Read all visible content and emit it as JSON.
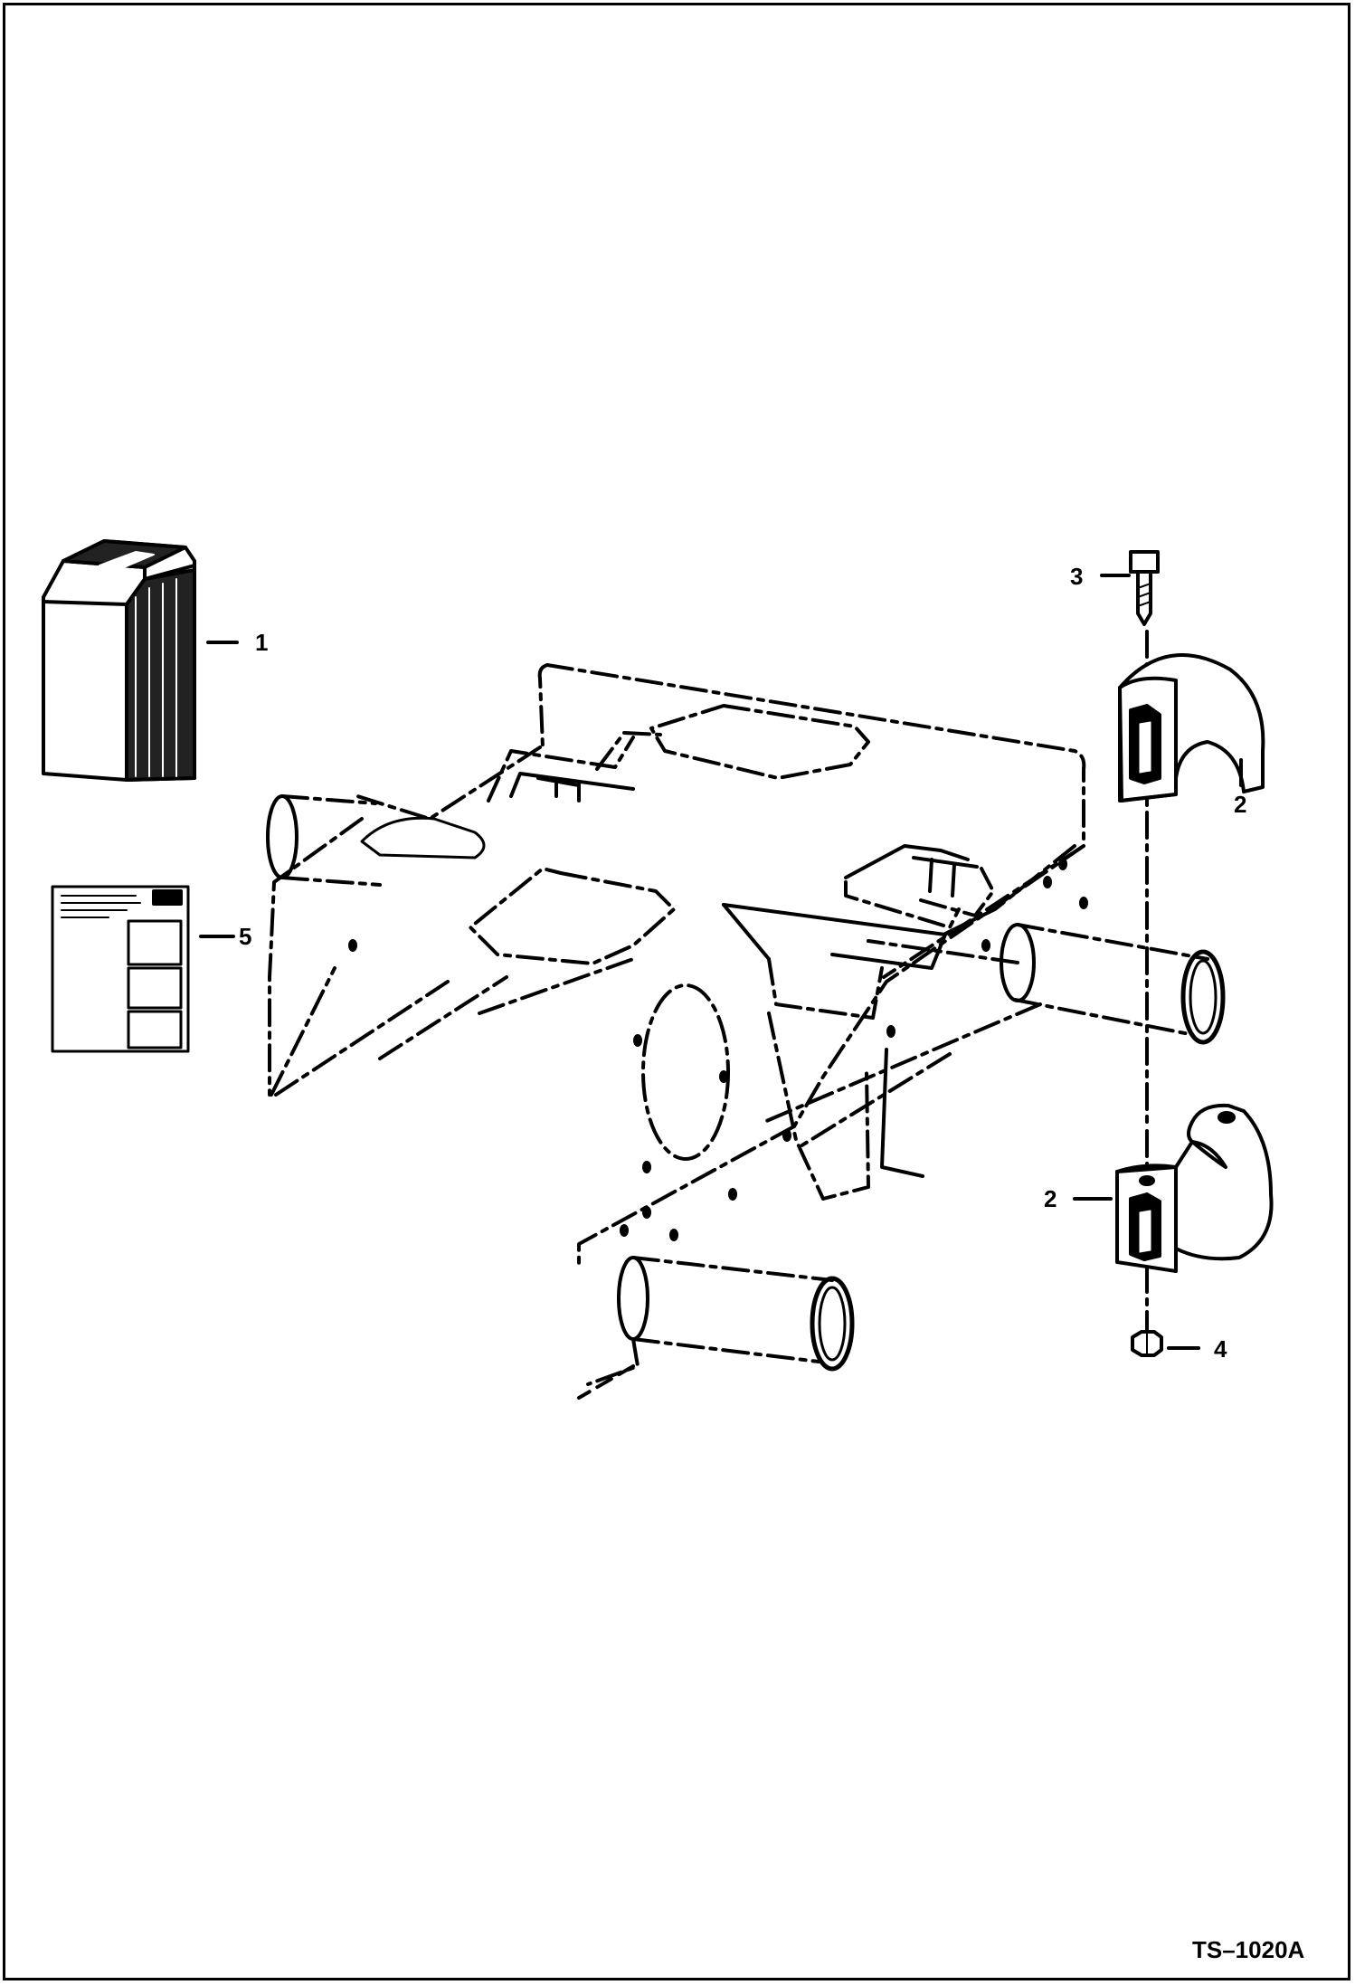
{
  "callouts": {
    "item1": "1",
    "item2_upper": "2",
    "item2_lower": "2",
    "item3": "3",
    "item4": "4",
    "item5": "5"
  },
  "figure_id": "TS–1020A"
}
